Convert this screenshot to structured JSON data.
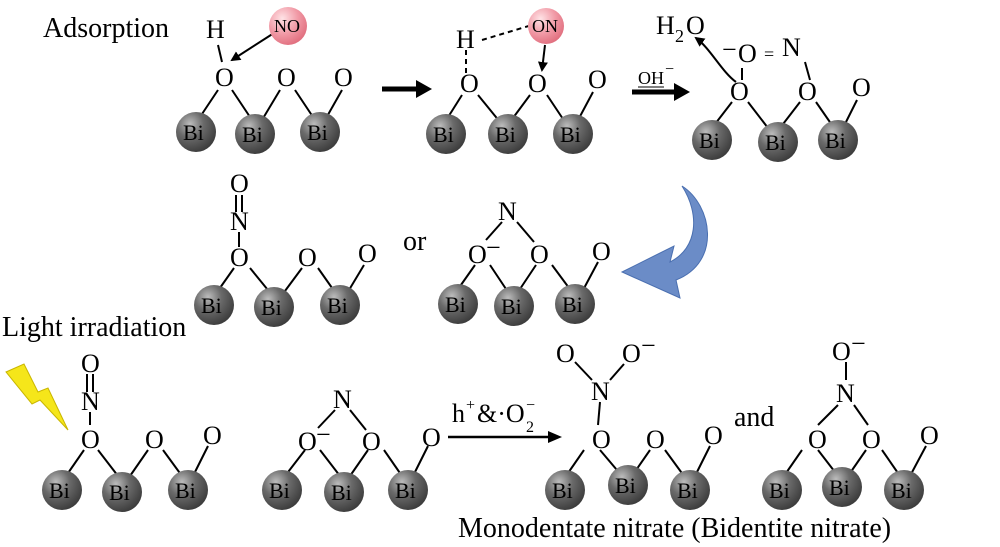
{
  "labels": {
    "adsorption": "Adsorption",
    "light": "Light irradiation",
    "or": "or",
    "and": "and",
    "caption": "Monodentate nitrate (Bidentite nitrate)"
  },
  "atoms": {
    "bi": "Bi",
    "o": "O",
    "n": "N",
    "h": "H",
    "no": "NO",
    "on": "ON",
    "minus": "−",
    "water_h": "H",
    "water_sub": "2",
    "water_o": "O",
    "eq": "="
  },
  "reagents": {
    "oh": "OH",
    "oh_sup": "−",
    "hplus": "h",
    "hplus_sup": "+",
    "amp": "&·O",
    "o2_sub": "2",
    "o2_sup": "−"
  },
  "colors": {
    "bi_fill": "#555555",
    "no_fill": "#f19aa6",
    "curved_arrow": "#6b8cc7",
    "bolt": "#f5e61a"
  }
}
